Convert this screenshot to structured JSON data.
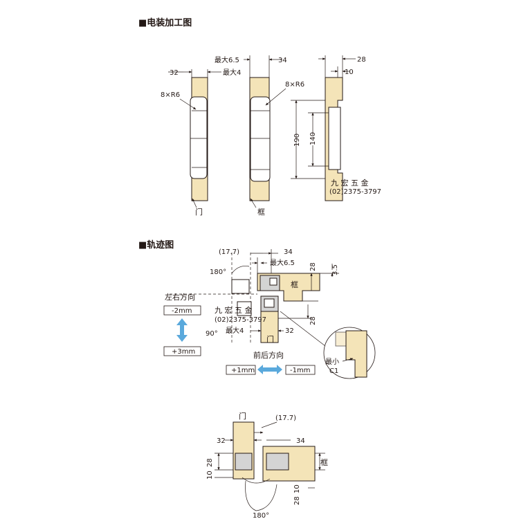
{
  "sections": {
    "install_title": "■电装加工图",
    "track_title": "■轨迹图"
  },
  "install": {
    "door": {
      "width": "32",
      "max": "最大4",
      "radius": "8×R6",
      "label": "门"
    },
    "frame": {
      "max": "最大6.5",
      "width": "34",
      "radius": "8×R6",
      "label": "框"
    },
    "side": {
      "dim_28": "28",
      "dim_10": "10",
      "dim_190": "190",
      "dim_140": "140"
    },
    "watermark": {
      "name": "九 宏 五 金",
      "phone": "(02)2375-3797"
    }
  },
  "track": {
    "dim_17_7": "(17.7)",
    "dim_34": "34",
    "max_6_5": "最大6.5",
    "dim_28a": "28",
    "dim_3_5": "3.5",
    "angle_180": "180°",
    "frame_label": "框",
    "door_label": "门",
    "lr_title": "左右方向",
    "lr_minus": "-2mm",
    "lr_plus": "+3mm",
    "angle_90": "90°",
    "max_4": "最大4",
    "dim_32": "32",
    "dim_28b": "28",
    "fb_title": "前后方向",
    "fb_plus": "+1mm",
    "fb_minus": "-1mm",
    "min_c1": "最小",
    "c1": "C1",
    "watermark": {
      "name": "九 宏 五 金",
      "phone": "(02)2375-3797"
    }
  },
  "bottom": {
    "door_label": "门",
    "dim_17_7": "(17.7)",
    "dim_32": "32",
    "dim_34": "34",
    "dim_28l": "28",
    "dim_10l": "10",
    "dim_28r": "28",
    "dim_10r": "10",
    "frame_label": "框",
    "angle_180": "180°"
  }
}
